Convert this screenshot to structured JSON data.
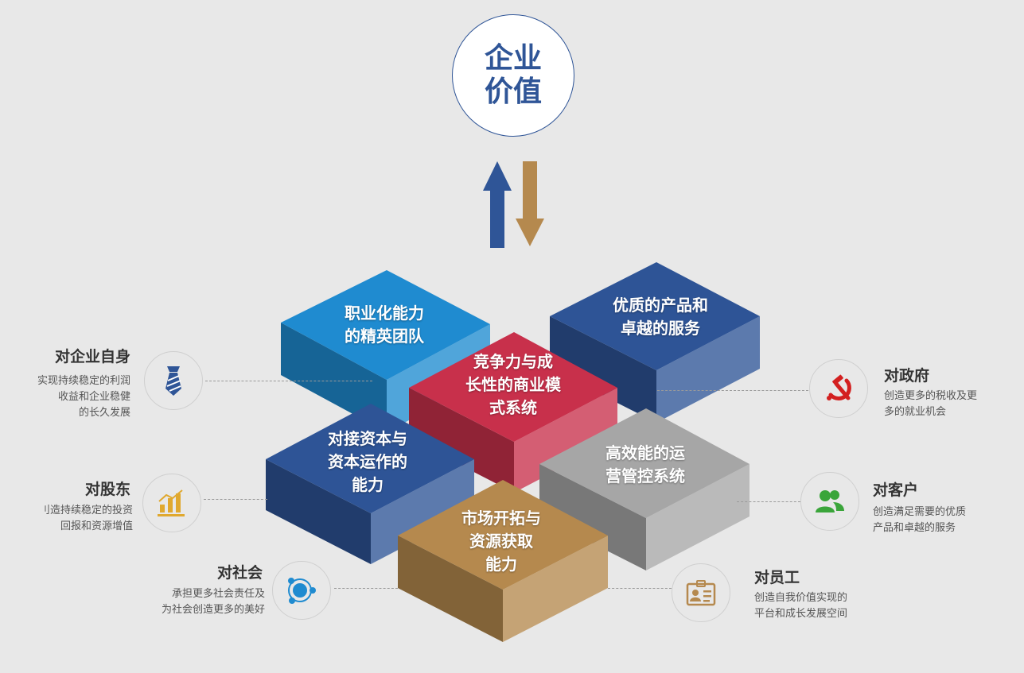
{
  "center": {
    "line1": "企业",
    "line2": "价值"
  },
  "colors": {
    "blue_dark": "#2f5597",
    "gold": "#b5894e",
    "cube_blue_light": "#1f8bd0",
    "cube_red": "#c8304b",
    "cube_navy": "#2e5496",
    "cube_gray": "#a6a6a6",
    "cube_gold": "#b5894e"
  },
  "cubes": {
    "team": "职业化能力\n的精英团队",
    "product": "优质的产品和\n卓越的服务",
    "competitive": "竞争力与成\n长性的商业模\n式系统",
    "capital": "对接资本与\n资本运作的\n能力",
    "operation": "高效能的运\n营管控系统",
    "market": "市场开拓与\n资源获取\n能力"
  },
  "stakeholders": {
    "self": {
      "title": "对企业自身",
      "desc": "实现持续稳定的利润\n收益和企业稳健\n的长久发展",
      "icon": "tie-icon"
    },
    "shareholder": {
      "title": "对股东",
      "desc": "刂造持续稳定的投资\n回报和资源增值",
      "icon": "bar-chart-icon"
    },
    "society": {
      "title": "对社会",
      "desc": "承担更多社会责任及\n为社会创造更多的美好",
      "icon": "network-icon"
    },
    "government": {
      "title": "对政府",
      "desc": "创造更多的税收及更\n多的就业机会",
      "icon": "hammer-sickle-icon"
    },
    "customer": {
      "title": "对客户",
      "desc": "创造满足需要的优质\n产品和卓越的服务",
      "icon": "users-icon"
    },
    "employee": {
      "title": "对员工",
      "desc": "创造自我价值实现的\n平台和成长发展空间",
      "icon": "id-card-icon"
    }
  }
}
